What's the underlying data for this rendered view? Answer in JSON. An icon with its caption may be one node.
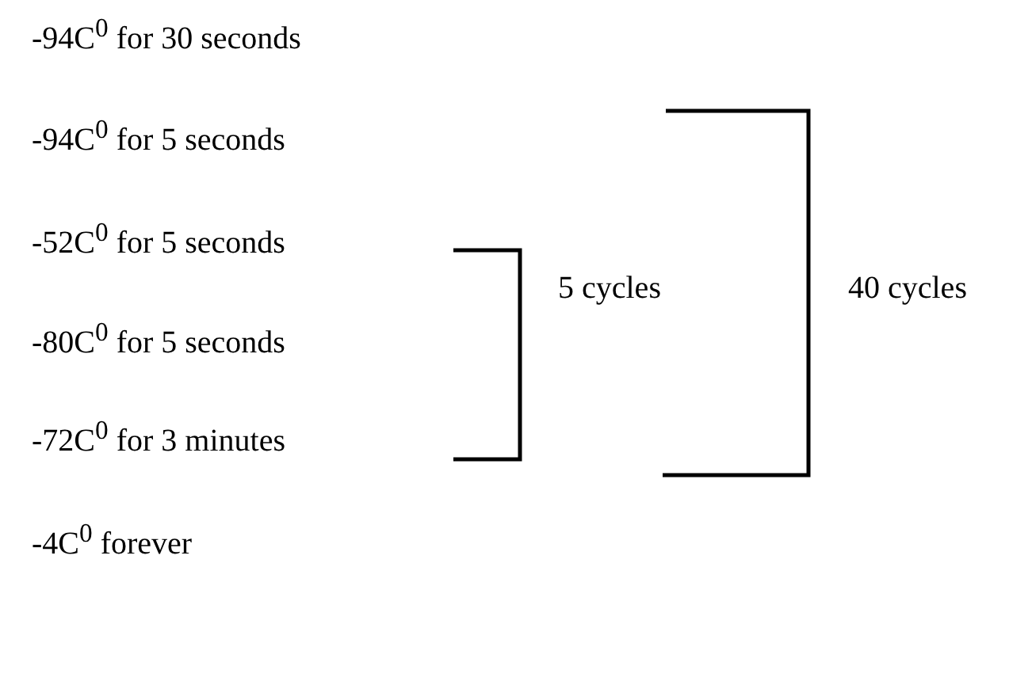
{
  "diagram": {
    "labels": [
      "-94C$^{0}$ for 30 seconds",
      "-94C$^{0}$ for 5 seconds",
      "-52C$^{0}$ for 5 seconds",
      "5 cycles",
      "40 cycles",
      "-80C$^{0}$ for 5 seconds",
      "-72C$^{0}$ for 3 minutes",
      "-4C$^{0}$ forever"
    ]
  }
}
